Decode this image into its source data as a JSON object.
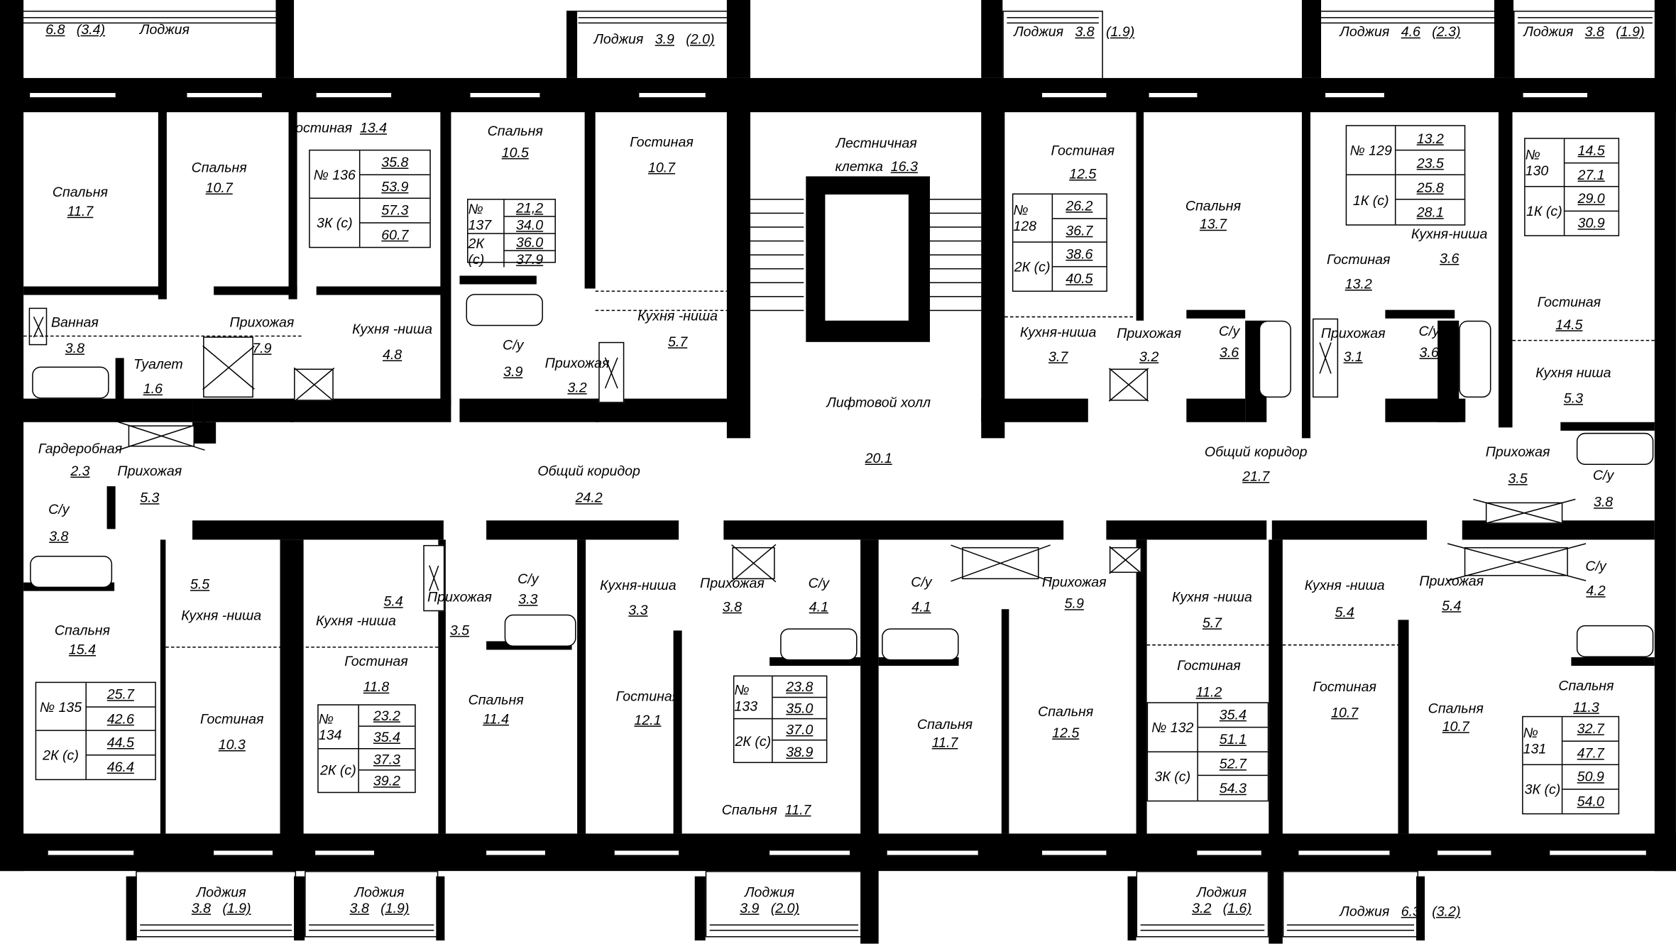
{
  "loggias": [
    {
      "name": "Лоджия",
      "area": "6.8",
      "half": "(3.4)"
    },
    {
      "name": "Лоджия",
      "area": "3.9",
      "half": "(2.0)"
    },
    {
      "name": "Лоджия",
      "area": "3.8",
      "half": "(1.9)"
    },
    {
      "name": "Лоджия",
      "area": "4.6",
      "half": "(2.3)"
    },
    {
      "name": "Лоджия",
      "area": "3.8",
      "half": "(1.9)"
    },
    {
      "name": "Лоджия",
      "area": "3.8",
      "half": "(1.9)"
    },
    {
      "name": "Лоджия",
      "area": "3.8",
      "half": "(1.9)"
    },
    {
      "name": "Лоджия",
      "area": "3.9",
      "half": "(2.0)"
    },
    {
      "name": "Лоджия",
      "area": "3.2",
      "half": "(1.6)"
    },
    {
      "name": "Лоджия",
      "area": "6.3",
      "half": "(3.2)"
    }
  ],
  "rooms": [
    {
      "name": "Спальня",
      "area": "11.7"
    },
    {
      "name": "Спальня",
      "area": "10.7"
    },
    {
      "name": "Гостиная",
      "area": "13.4"
    },
    {
      "name": "Ванная",
      "area": "3.8"
    },
    {
      "name": "Туалет",
      "area": "1.6"
    },
    {
      "name": "Прихожая",
      "area": "7.9"
    },
    {
      "name": "Кухня -ниша",
      "area": "4.8"
    },
    {
      "name": "Гардеробная",
      "area": "2.3"
    },
    {
      "name": "Спальня",
      "area": "10.5"
    },
    {
      "name": "Гостиная",
      "area": "10.7"
    },
    {
      "name": "С/у",
      "area": "3.9"
    },
    {
      "name": "Прихожая",
      "area": "3.2"
    },
    {
      "name": "Кухня -ниша",
      "area": "5.7"
    },
    {
      "name": "Лестничная клетка",
      "area": "16.3"
    },
    {
      "name": "Лифтовой холл",
      "area": "20.1"
    },
    {
      "name": "Общий коридор",
      "area": "24.2"
    },
    {
      "name": "Общий коридор",
      "area": "21.7"
    },
    {
      "name": "Гостиная",
      "area": "12.5"
    },
    {
      "name": "Спальня",
      "area": "13.7"
    },
    {
      "name": "Кухня-ниша",
      "area": "3.7"
    },
    {
      "name": "Прихожая",
      "area": "3.2"
    },
    {
      "name": "С/у",
      "area": "3.6"
    },
    {
      "name": "Гостиная",
      "area": "13.2"
    },
    {
      "name": "Кухня-ниша",
      "area": "3.6"
    },
    {
      "name": "Прихожая",
      "area": "3.1"
    },
    {
      "name": "С/у",
      "area": "3.6"
    },
    {
      "name": "Гостиная",
      "area": "14.5"
    },
    {
      "name": "Кухня  ниша",
      "area": "5.3"
    },
    {
      "name": "Прихожая",
      "area": "3.5"
    },
    {
      "name": "С/у",
      "area": "3.8"
    },
    {
      "name": "Прихожая",
      "area": "5.3"
    },
    {
      "name": "С/у",
      "area": "3.8"
    },
    {
      "name": "Спальня",
      "area": "15.4"
    },
    {
      "name": "Кухня -ниша",
      "area": "5.5"
    },
    {
      "name": "Гостиная",
      "area": "10.3"
    },
    {
      "name": "Кухня -ниша",
      "area": "5.4"
    },
    {
      "name": "Гостиная",
      "area": "11.8"
    },
    {
      "name": "Прихожая",
      "area": "3.5"
    },
    {
      "name": "Спальня",
      "area": "11.4"
    },
    {
      "name": "С/у",
      "area": "3.3"
    },
    {
      "name": "Кухня-ниша",
      "area": "3.3"
    },
    {
      "name": "Гостиная",
      "area": "12.1"
    },
    {
      "name": "Прихожая",
      "area": "3.8"
    },
    {
      "name": "С/у",
      "area": "4.1"
    },
    {
      "name": "Спальня",
      "area": "11.7"
    },
    {
      "name": "С/у",
      "area": "4.1"
    },
    {
      "name": "Спальня",
      "area": "11.7"
    },
    {
      "name": "Спальня",
      "area": "12.5"
    },
    {
      "name": "Прихожая",
      "area": "5.9"
    },
    {
      "name": "Кухня -ниша",
      "area": "5.7"
    },
    {
      "name": "Гостиная",
      "area": "11.2"
    },
    {
      "name": "Кухня -ниша",
      "area": "5.4"
    },
    {
      "name": "Гостиная",
      "area": "10.7"
    },
    {
      "name": "Прихожая",
      "area": "5.4"
    },
    {
      "name": "Спальня",
      "area": "10.7"
    },
    {
      "name": "С/у",
      "area": "4.2"
    },
    {
      "name": "Спальня",
      "area": "11.3"
    }
  ],
  "apartments": [
    {
      "number": "№ 136",
      "type": "3К (с)",
      "values": [
        "35.8",
        "53.9",
        "57.3",
        "60.7"
      ]
    },
    {
      "number": "№ 137",
      "type": "2К (с)",
      "values": [
        "21,2",
        "34.0",
        "36.0",
        "37.9"
      ]
    },
    {
      "number": "№ 128",
      "type": "2К (с)",
      "values": [
        "26.2",
        "36.7",
        "38.6",
        "40.5"
      ]
    },
    {
      "number": "№ 129",
      "type": "1К (с)",
      "values": [
        "13.2",
        "23.5",
        "25.8",
        "28.1"
      ]
    },
    {
      "number": "№ 130",
      "type": "1К (с)",
      "values": [
        "14.5",
        "27.1",
        "29.0",
        "30.9"
      ]
    },
    {
      "number": "№ 135",
      "type": "2К (с)",
      "values": [
        "25.7",
        "42.6",
        "44.5",
        "46.4"
      ]
    },
    {
      "number": "№ 134",
      "type": "2К (с)",
      "values": [
        "23.2",
        "35.4",
        "37.3",
        "39.2"
      ]
    },
    {
      "number": "№ 133",
      "type": "2К (с)",
      "values": [
        "23.8",
        "35.0",
        "37.0",
        "38.9"
      ]
    },
    {
      "number": "№ 132",
      "type": "3К (с)",
      "values": [
        "35.4",
        "51.1",
        "52.7",
        "54.3"
      ]
    },
    {
      "number": "№ 131",
      "type": "3К (с)",
      "values": [
        "32.7",
        "47.7",
        "50.9",
        "54.0"
      ]
    }
  ]
}
